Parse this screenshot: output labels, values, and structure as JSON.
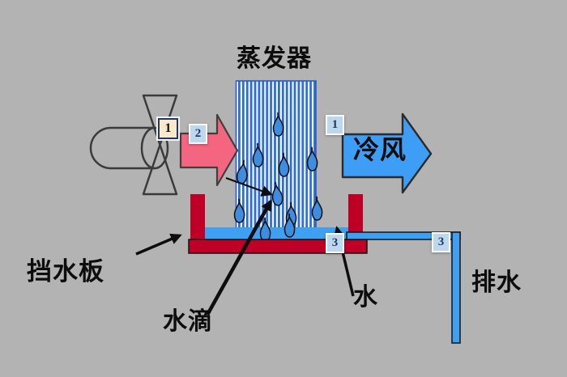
{
  "diagram": {
    "title": "蒸发器",
    "labels": {
      "evaporator": "蒸发器",
      "cold_air": "冷风",
      "baffle": "挡水板",
      "droplet": "水滴",
      "water": "水",
      "drain": "排水"
    },
    "badges": {
      "fan_step": "1",
      "warm_air_step": "2",
      "cold_air_step": "1",
      "water_step": "3",
      "drain_step": "3"
    },
    "icons": [
      "fan-icon",
      "warm-air-arrow-icon",
      "cold-air-arrow-icon",
      "water-droplet-icon"
    ],
    "colors": {
      "background": "#b3b3b3",
      "tray_red": "#be0026",
      "water_blue": "#3fa0f2",
      "coil_stripe_blue": "#2b6be0",
      "warm_arrow_pink": "#f4657f",
      "cold_arrow_blue": "#3e9df5",
      "badge_tan": "#fde9c9",
      "badge_blue": "#bdd7ee",
      "badge_border_navy": "#1f3864"
    }
  }
}
